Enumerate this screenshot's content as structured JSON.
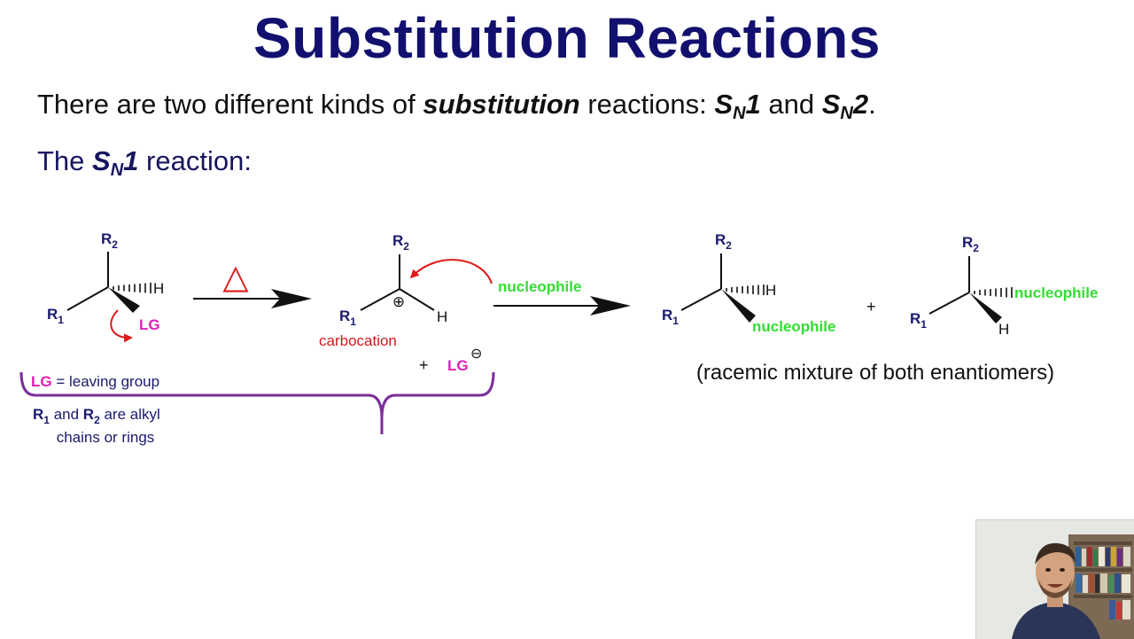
{
  "title": "Substitution Reactions",
  "intro": {
    "pre": "There are two different kinds of ",
    "bold": "substitution",
    "mid": " reactions: ",
    "s1": "S",
    "n1": "N",
    "num1": "1",
    "and": " and ",
    "s2": "S",
    "n2": "N",
    "num2": "2",
    "end": "."
  },
  "heading": {
    "pre": "The ",
    "s": "S",
    "n": "N",
    "num": "1",
    "post": " reaction:"
  },
  "reactant": {
    "r2": "R",
    "r2_sub": "2",
    "r1": "R",
    "r1_sub": "1",
    "h": "H",
    "lg": "LG"
  },
  "reagent_symbol": "△",
  "intermediate": {
    "r2": "R",
    "r2_sub": "2",
    "r1": "R",
    "r1_sub": "1",
    "h": "H",
    "charge": "⊕",
    "label": "carbocation",
    "plus": "+",
    "lg": "LG",
    "lg_charge": "⊖"
  },
  "arrow_reagent": "nucleophile",
  "product1": {
    "r2": "R",
    "r2_sub": "2",
    "r1": "R",
    "r1_sub": "1",
    "h": "H",
    "nu": "nucleophile"
  },
  "product_plus": "+",
  "product2": {
    "r2": "R",
    "r2_sub": "2",
    "r1": "R",
    "r1_sub": "1",
    "h": "H",
    "nu": "nucleophile"
  },
  "products_note": "(racemic mixture of both enantiomers)",
  "legend": {
    "lg": "LG",
    "lg_def": " = leaving group",
    "r1": "R",
    "r1_sub": "1",
    "and": " and ",
    "r2": "R",
    "r2_sub": "2",
    "rest1": " are alkyl",
    "rest2": "chains or rings"
  },
  "colors": {
    "title": "#12106e",
    "atom": "#1a1a6e",
    "lg": "#e020b8",
    "nucleophile": "#33dd33",
    "carbocation": "#cc1a1a",
    "brace": "#7a2f9a"
  }
}
